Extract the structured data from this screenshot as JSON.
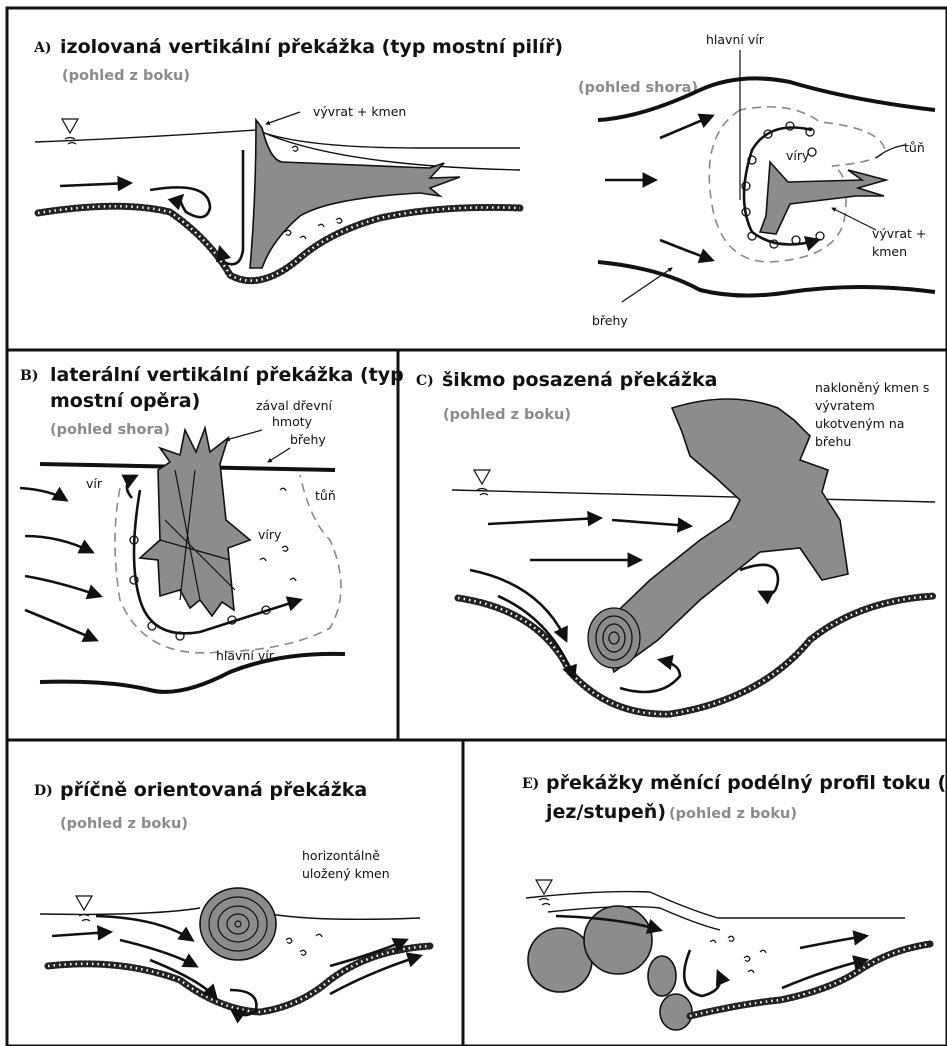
{
  "panels": {
    "a": {
      "letter": "A)",
      "title": "izolovaná vertikální překážka (typ mostní pilíř)",
      "side_view": "(pohled z boku)",
      "top_view": "(pohled shora)",
      "label_trunk_side": "vývrat + kmen",
      "label_main_vortex": "hlavní vír",
      "label_pool": "tůň",
      "label_vortices": "víry",
      "label_trunk_top_1": "vývrat +",
      "label_trunk_top_2": "kmen",
      "label_banks": "břehy"
    },
    "b": {
      "letter": "B)",
      "title_1": "laterální vertikální překážka (typ",
      "title_2": "mostní opěra)",
      "view": "(pohled shora)",
      "label_debris_1": "zával dřevní",
      "label_debris_2": "hmoty",
      "label_banks": "břehy",
      "label_vortex": "vír",
      "label_pool": "tůň",
      "label_vortices": "víry",
      "label_main_vortex": "hlavní vír"
    },
    "c": {
      "letter": "C)",
      "title": "šikmo posazená překážka",
      "view": "(pohled z boku)",
      "label_1": "nakloněný kmen s",
      "label_2": "vývratem",
      "label_3": "ukotveným na",
      "label_4": "břehu"
    },
    "d": {
      "letter": "D)",
      "title": "příčně orientovaná překážka",
      "view": "(pohled z boku)",
      "label_1": "horizontálně",
      "label_2": "uložený kmen"
    },
    "e": {
      "letter": "E)",
      "title_1": "překážky měnící podélný profil toku (typ",
      "title_2": "jez/stupeň)",
      "view": "(pohled z boku)"
    }
  }
}
